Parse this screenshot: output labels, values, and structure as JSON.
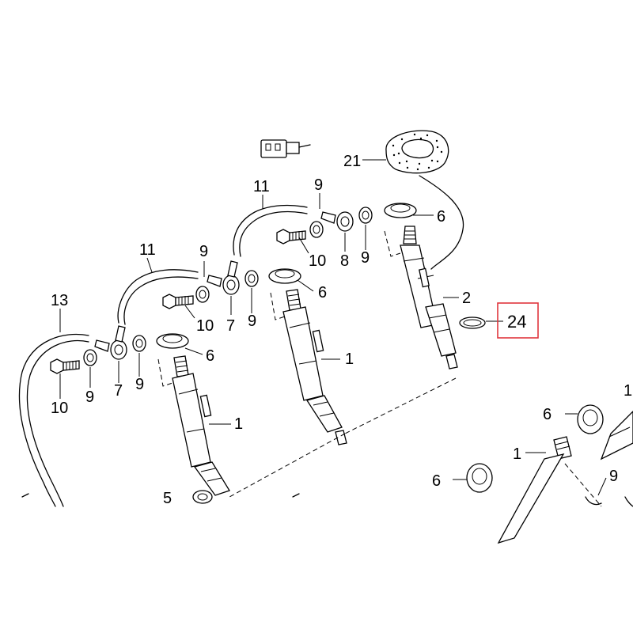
{
  "diagram": {
    "highlight_color": "#e0363d",
    "highlighted_part": "24",
    "callouts": {
      "c21": "21",
      "c11a": "11",
      "c9a": "9",
      "c6a": "6",
      "c10a": "10",
      "c8": "8",
      "c9b": "9",
      "c2": "2",
      "c24": "24",
      "c11b": "11",
      "c9c": "9",
      "c6b": "6",
      "c10b": "10",
      "c7a": "7",
      "c9d": "9",
      "c1a": "1",
      "c13": "13",
      "c6c": "6",
      "c10c": "10",
      "c9e": "9",
      "c7b": "7",
      "c9f": "9",
      "c1b": "1",
      "c5": "5",
      "c6d": "6",
      "c1c": "1",
      "c6e": "6",
      "c9g": "9",
      "c1d": "1"
    }
  }
}
